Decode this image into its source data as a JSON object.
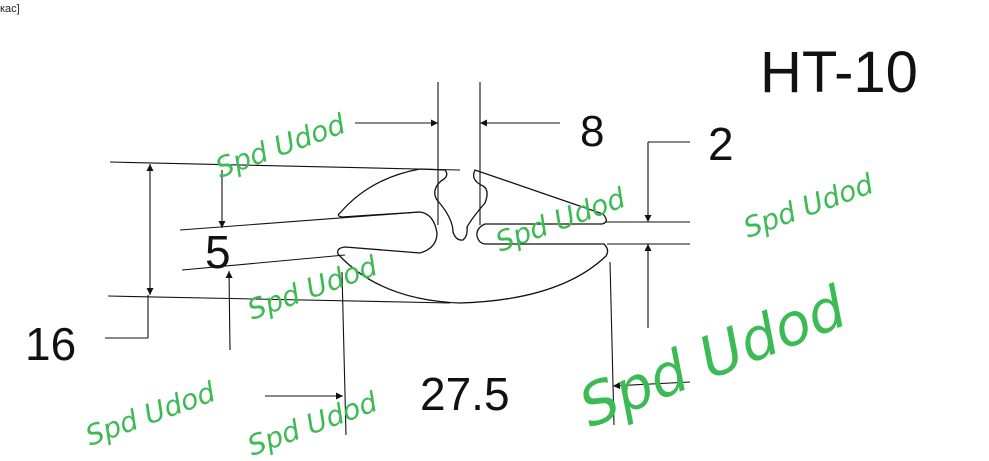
{
  "corner_text": "кас]",
  "title": "HT-10",
  "dimensions": {
    "gap": "8",
    "slot": "2",
    "lip": "5",
    "height": "16",
    "width": "27.5"
  },
  "watermark": "Spd Udod",
  "colors": {
    "line": "#111111",
    "watermark": "#3cba54"
  }
}
